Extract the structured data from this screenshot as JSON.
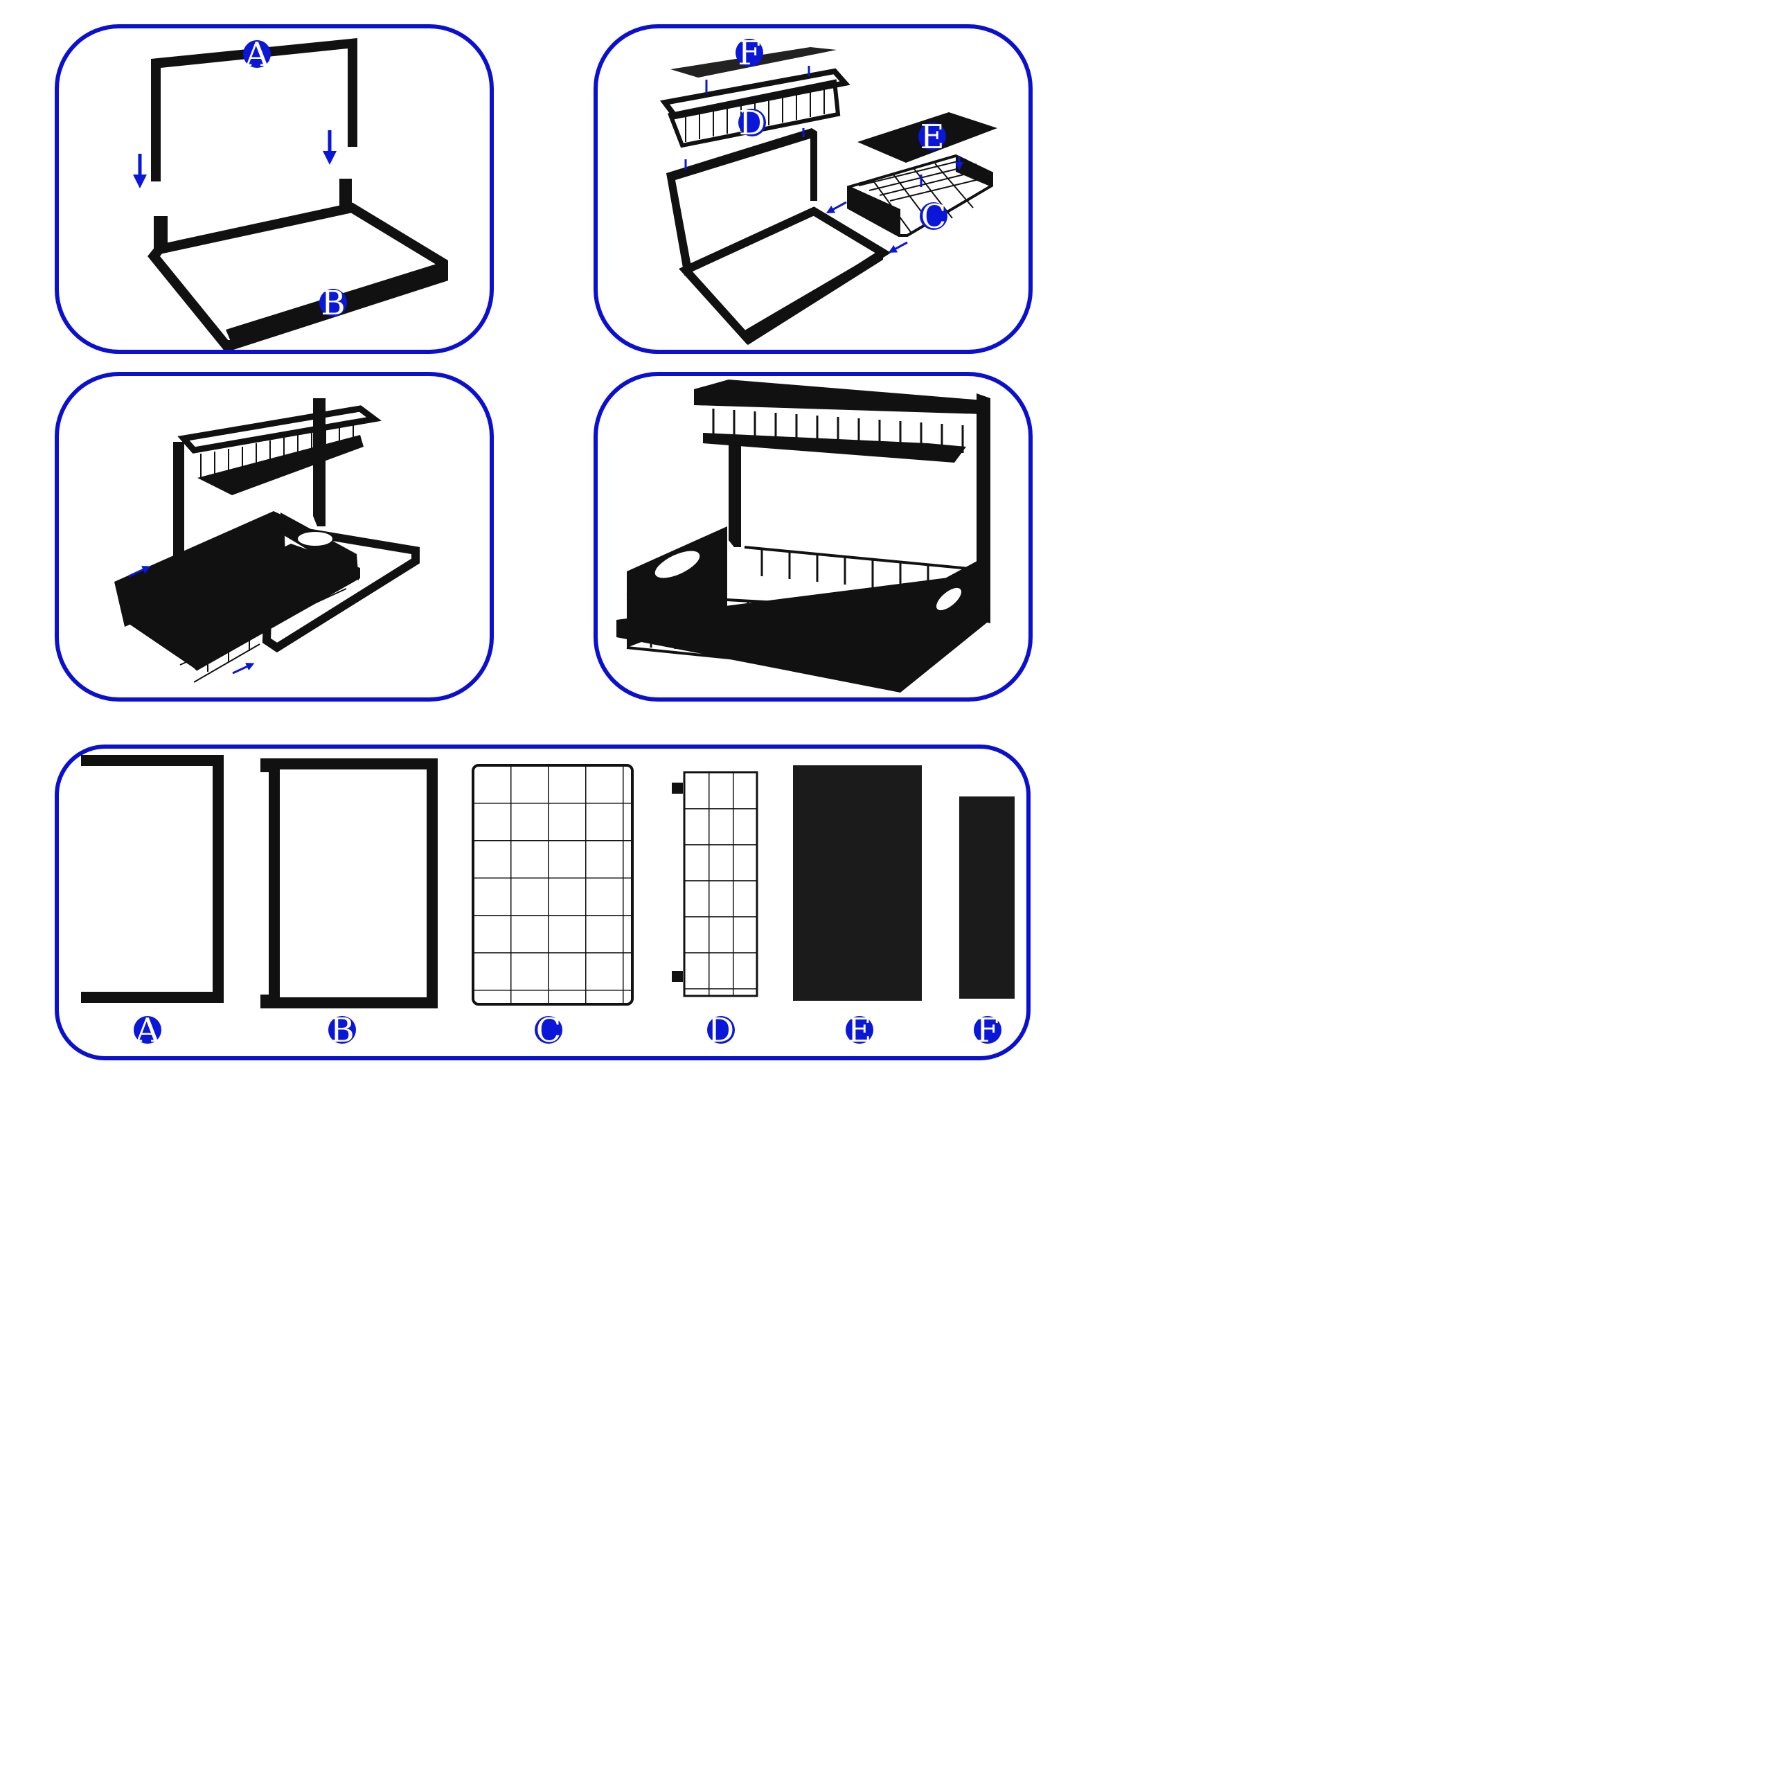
{
  "callouts": {
    "step1_top": "A",
    "step1_bottom": "B",
    "step2_top": "F",
    "step2_mid": "D",
    "step2_right_top": "E",
    "step2_right_basket": "C"
  },
  "parts": [
    {
      "label": "A",
      "icon": "u-frame-icon"
    },
    {
      "label": "B",
      "icon": "rect-frame-icon"
    },
    {
      "label": "C",
      "icon": "wire-grid-icon"
    },
    {
      "label": "D",
      "icon": "narrow-grid-icon"
    },
    {
      "label": "E",
      "icon": "large-mat-icon"
    },
    {
      "label": "F",
      "icon": "small-mat-icon"
    }
  ],
  "colors": {
    "accent": "#0a16d8",
    "panel_border": "#0a0fd0",
    "metal": "#111111"
  }
}
